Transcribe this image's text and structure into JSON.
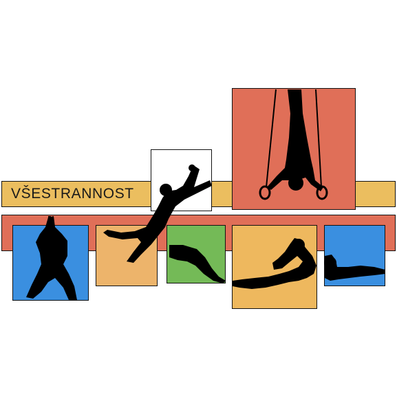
{
  "logo": {
    "title": "VŠESTRANNOST",
    "colors": {
      "red": "#E06F58",
      "yellow": "#EBBE5F",
      "orange": "#EDB46B",
      "green": "#74BA57",
      "blue": "#3A8FE0",
      "silhouette": "#000000"
    },
    "figures": [
      "climber-figure",
      "runner-figure",
      "jumper-figure",
      "ring-gymnast-figure",
      "swimmer-figure",
      "diver-figure"
    ]
  }
}
